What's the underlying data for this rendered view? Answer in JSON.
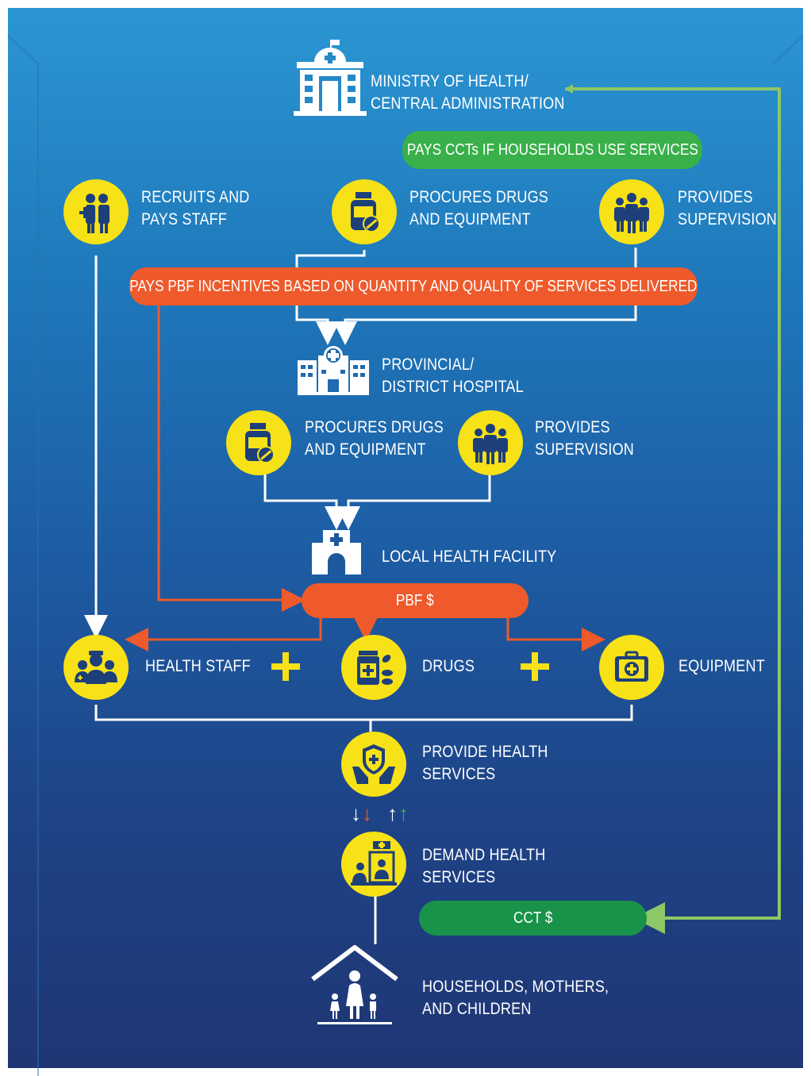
{
  "ministry": {
    "label": "MINISTRY OF HEALTH/\nCENTRAL ADMINISTRATION"
  },
  "cct_pay_pill": {
    "label": "PAYS CCTs IF HOUSEHOLDS USE SERVICES"
  },
  "top_row": [
    {
      "label": "RECRUITS AND\nPAYS STAFF",
      "icon": "staff-icon"
    },
    {
      "label": "PROCURES DRUGS\nAND EQUIPMENT",
      "icon": "medicine-bottle-icon"
    },
    {
      "label": "PROVIDES\nSUPERVISION",
      "icon": "supervisors-icon"
    }
  ],
  "pbf_incentive_pill": {
    "label": "PAYS PBF INCENTIVES BASED ON QUANTITY AND QUALITY OF SERVICES DELIVERED"
  },
  "provincial": {
    "label": "PROVINCIAL/\nDISTRICT HOSPITAL"
  },
  "mid_row": [
    {
      "label": "PROCURES DRUGS\nAND EQUIPMENT",
      "icon": "medicine-bottle-icon"
    },
    {
      "label": "PROVIDES\nSUPERVISION",
      "icon": "supervisors-icon"
    }
  ],
  "local": {
    "label": "LOCAL HEALTH FACILITY"
  },
  "pbf_pill": {
    "label": "PBF $"
  },
  "inputs": [
    {
      "label": "HEALTH STAFF",
      "icon": "health-staff-icon"
    },
    {
      "label": "DRUGS",
      "icon": "drugs-icon"
    },
    {
      "label": "EQUIPMENT",
      "icon": "medical-kit-icon"
    }
  ],
  "provide": {
    "label": "PROVIDE HEALTH\nSERVICES"
  },
  "demand": {
    "label": "DEMAND HEALTH\nSERVICES"
  },
  "cct_pill": {
    "label": "CCT $"
  },
  "households": {
    "label": "HOUSEHOLDS, MOTHERS,\nAND CHILDREN"
  },
  "colors": {
    "yellow": "#f7e117",
    "orange": "#ee5a2b",
    "green": "#39b04a",
    "light_green": "#8cc866",
    "white": "#ffffff"
  }
}
